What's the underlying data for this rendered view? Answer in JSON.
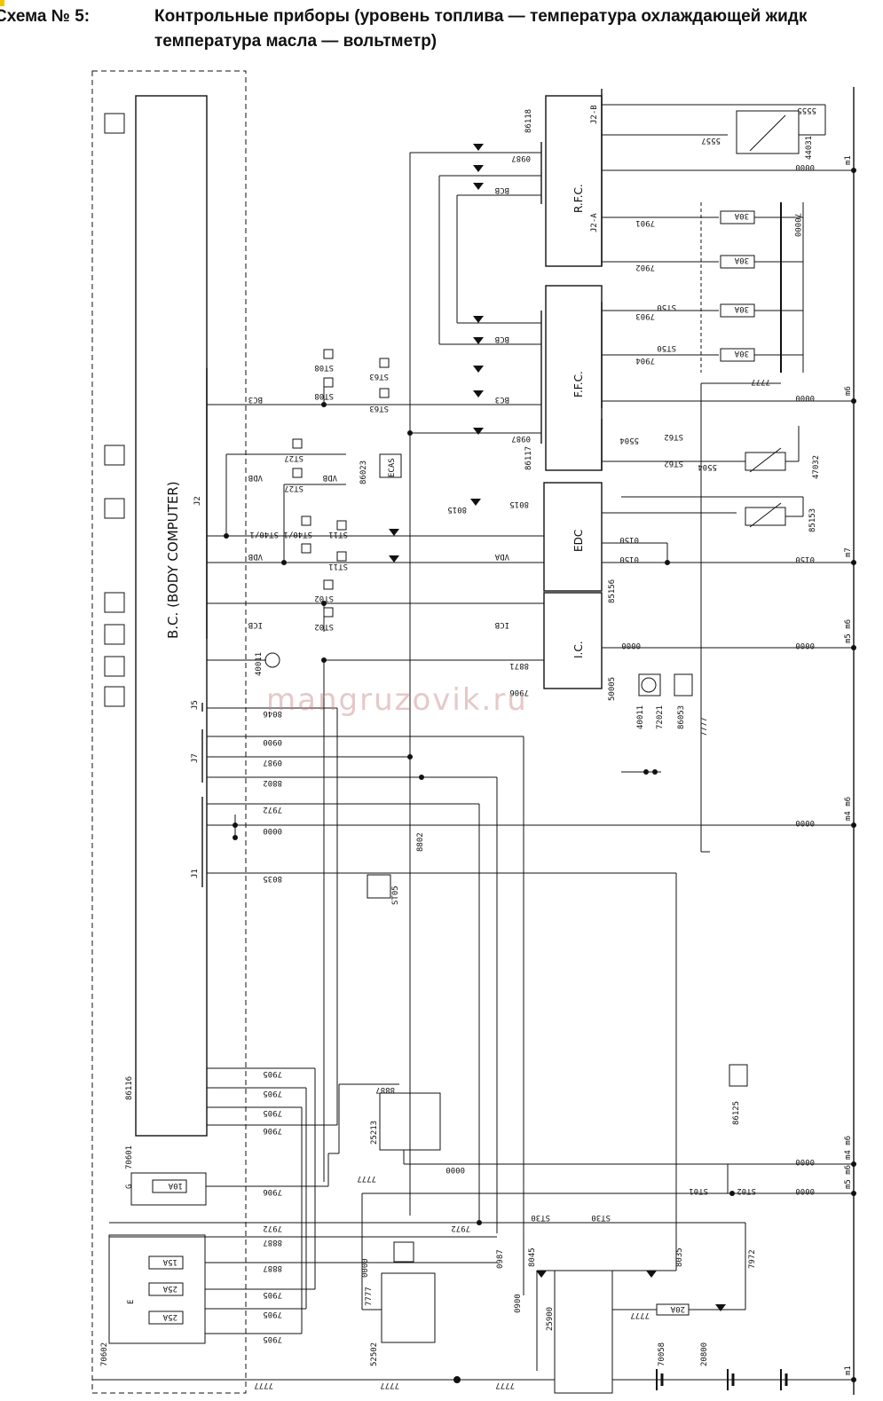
{
  "header": {
    "scheme_no": "Схема № 5:",
    "title_line1": "Контрольные приборы (уровень топлива — температура охлаждающей жидк",
    "title_line2": "температура масла — вольтметр)"
  },
  "watermark": "mangruzovik.ru",
  "modules": {
    "bc_title": "B.C. (BODY COMPUTER)",
    "bc_code": "86116",
    "rfc_label": "R.F.C.",
    "rfc_code": "86118",
    "ffc_label": "F.F.C.",
    "ffc_code": "86117",
    "edc_label": "EDC",
    "edc_code": "85156",
    "ic_label": "I.C.",
    "ic_code": "50005",
    "fuse_box_code": "70602",
    "fuse_box_letter": "E",
    "fuse_single_code": "70601",
    "fuse_single_letter": "G",
    "relay_25213": "25213",
    "switch_52502": "52502",
    "switch_25900": "25900",
    "fuse_70058": "70058",
    "battery_20800": "20800",
    "fuse_block_70000": "70000",
    "sensor_44031": "44031",
    "sensor_47032": "47032",
    "sensor_85153": "85153",
    "conn_86023": "86023",
    "ecas": "ECAS",
    "diag_40011": "40011",
    "diag_72021": "72021",
    "diag_86053": "86053",
    "diag_86125": "86125",
    "st705": "ST05"
  },
  "fuses": {
    "f1": "15A",
    "f2": "25A",
    "f3": "25A",
    "f4": "10A",
    "f70000": [
      "30A",
      "30A",
      "30A",
      "30A"
    ],
    "f70058": "20A"
  },
  "connectors": {
    "j1": "J1",
    "j2": "J2",
    "j5": "J5",
    "j7": "J7",
    "j2a": "J2-A",
    "j2b": "J2-B"
  },
  "grounds": {
    "m1": "m1",
    "m6": "m6",
    "m7": "m7",
    "m5m6": "m5 m6",
    "m4m6": "m4 m6"
  },
  "wires": {
    "w0000": "0000",
    "w0150": "0150",
    "w7777": "7777",
    "w0987": "0987",
    "w8802": "8802",
    "w7972": "7972",
    "w8035": "8035",
    "w8045": "8045",
    "w8046": "8046",
    "w8887": "8887",
    "w0900": "0900",
    "w0987b": "0987",
    "w7905": "7905",
    "w7906": "7906",
    "w8871": "8871",
    "w8015": "8015",
    "w5504": "5504",
    "w5557": "5557",
    "w5555": "5555",
    "w7901": "7901",
    "w7902": "7902",
    "w7903": "7903",
    "w7904": "7904",
    "w8015b": "8015"
  },
  "codes": {
    "BCB": "BCB",
    "VDB": "VDB",
    "VDA": "VDA",
    "ICB": "ICB",
    "BC3": "BC3",
    "ST63": "ST63",
    "ST08": "ST08",
    "ST27": "ST27",
    "ST401": "ST40/1",
    "ST11": "ST11",
    "ST02": "ST02",
    "ST50": "ST50",
    "ST62": "ST62",
    "ST01": "ST01",
    "ST30": "ST30",
    "ST150": "ST50"
  }
}
